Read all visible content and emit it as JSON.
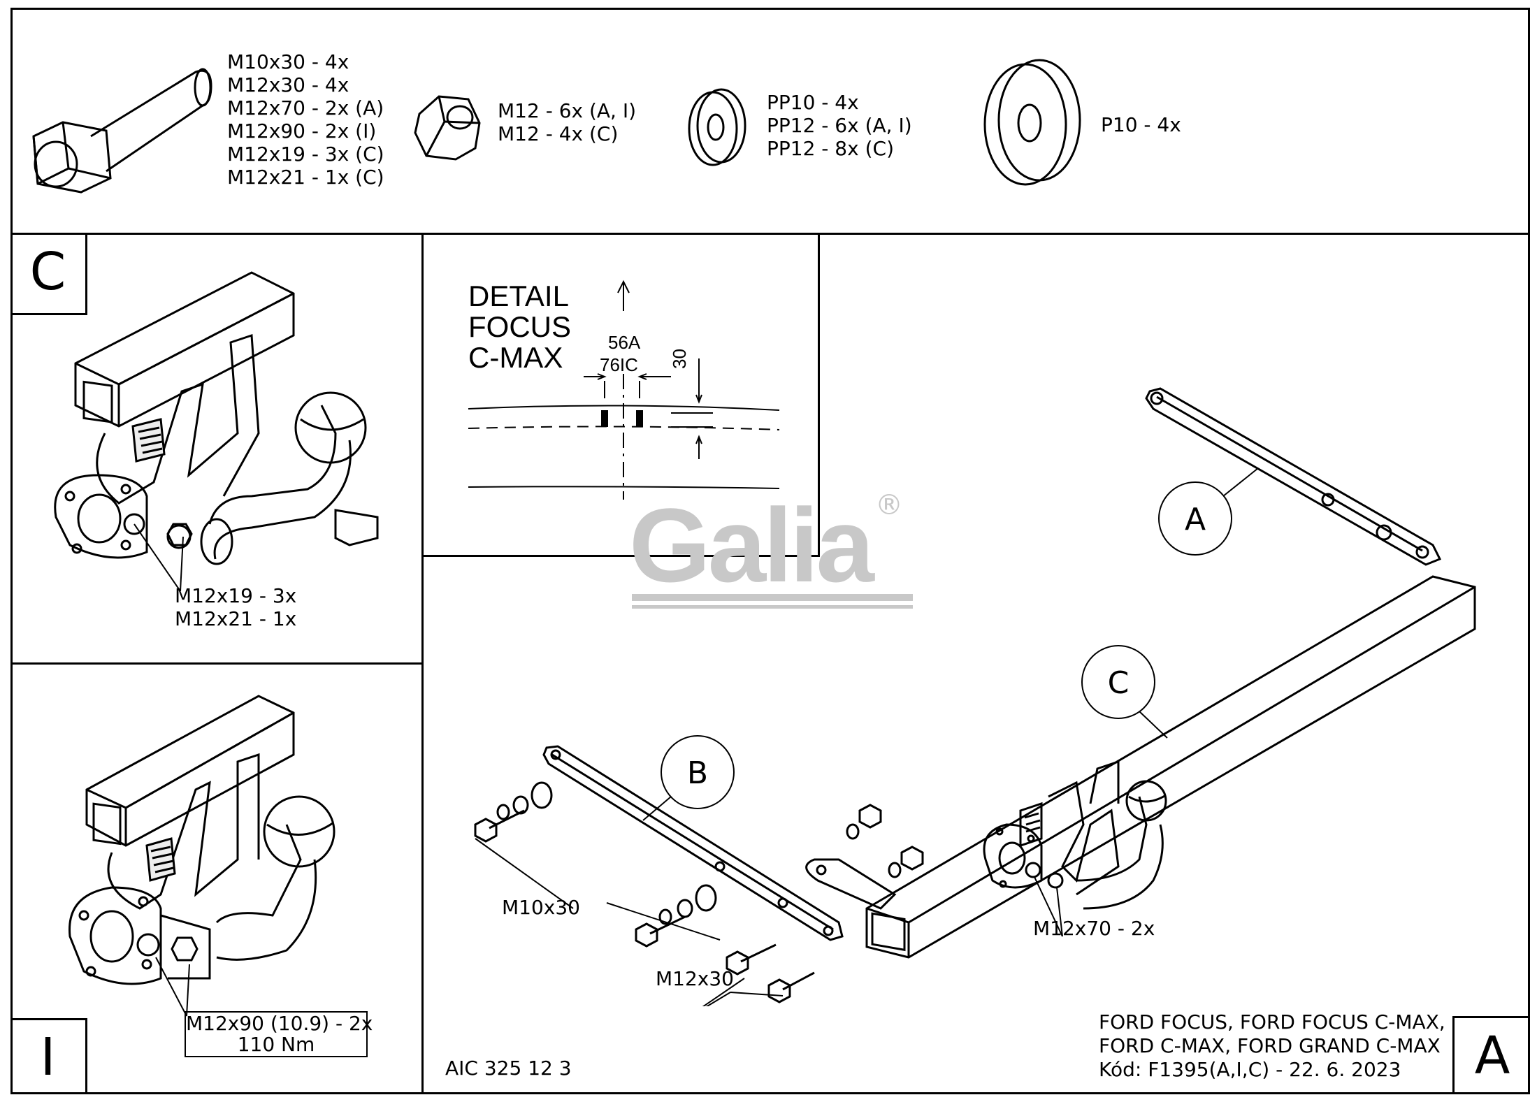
{
  "hardware": {
    "bolt": {
      "label_lines": [
        "M10x30 - 4x",
        "M12x30 - 4x",
        "M12x70 - 2x (A)",
        "M12x90 - 2x (I)",
        "M12x19 - 3x (C)",
        "M12x21 - 1x (C)"
      ],
      "icon": "hex-bolt-icon"
    },
    "nut": {
      "label_lines": [
        "M12 - 6x (A, I)",
        "M12 - 4x (C)"
      ],
      "icon": "hex-nut-icon"
    },
    "spring_washer": {
      "label_lines": [
        "PP10 - 4x",
        "PP12 - 6x (A, I)",
        "PP12 - 8x (C)"
      ],
      "icon": "washer-icon"
    },
    "flat_washer": {
      "label_lines": [
        "P10 - 4x"
      ],
      "icon": "large-washer-icon"
    }
  },
  "panel_c": {
    "letter": "C",
    "label_lines": [
      "M12x19 - 3x",
      "M12x21 - 1x"
    ]
  },
  "panel_i": {
    "letter": "I",
    "label_lines": [
      "M12x90 (10.9) - 2x",
      "110 Nm"
    ]
  },
  "detail": {
    "title_lines": [
      "DETAIL",
      "FOCUS",
      "C-MAX"
    ],
    "dim_1": "56A",
    "dim_2": "76IC",
    "dim_3": "30"
  },
  "main": {
    "callouts": {
      "a": "A",
      "b": "B",
      "c": "C"
    },
    "labels": {
      "m10x30": "M10x30",
      "m12x30": "M12x30",
      "m12x70": "M12x70 - 2x"
    },
    "logo": "Galia",
    "logo_mark": "®"
  },
  "footer": {
    "code_left": "AIC 325 12 3",
    "models_lines": [
      "FORD FOCUS, FORD FOCUS C-MAX,",
      "FORD C-MAX, FORD GRAND C-MAX",
      "Kód: F1395(A,I,C) - 22. 6. 2023"
    ],
    "corner_letter": "A"
  }
}
